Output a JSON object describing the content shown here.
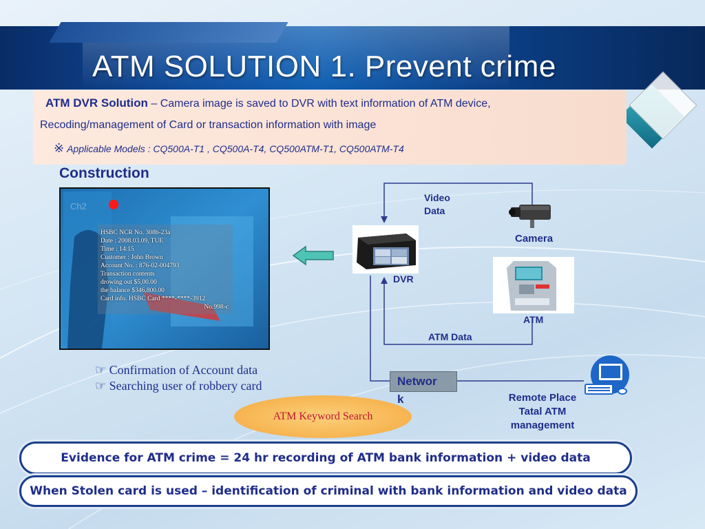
{
  "title": "ATM SOLUTION 1. Prevent crime",
  "info": {
    "heading": "ATM DVR Solution",
    "dash": " – ",
    "line1_rest": "Camera image is saved to DVR with text information of ATM device,",
    "line2": "Recoding/management of Card or transaction information with image",
    "mark": "※",
    "models": "Applicable Models : CQ500A-T1 , CQ500A-T4, CQ500ATM-T1, CQ500ATM-T4"
  },
  "construction": "Construction",
  "cctv": {
    "channel": "Ch2",
    "lines": [
      "HSBC NCR No. 308b-23a",
      "Date : 2008.03.09, TUE",
      "Time : 14:15",
      "Customer : John Brown",
      "Account No. :  876-02-004793",
      "Transaction contents",
      "drowing out $5,00.00",
      "the balance $346,800.00",
      "Card info. HSBC Card ****-****-3912"
    ],
    "number": "No.998-c"
  },
  "diagram": {
    "video_data_1": "Video",
    "video_data_2": "Data",
    "camera": "Camera",
    "dvr": "DVR",
    "atm": "ATM",
    "atm_data": "ATM Data",
    "network_1": "Networ",
    "network_2": "k",
    "remote_1": "Remote Place",
    "remote_2": "Tatal ATM",
    "remote_3": "management"
  },
  "bullets": {
    "b1": "☞ Confirmation of Account data",
    "b2": "☞ Searching user of robbery card"
  },
  "keyword": "ATM Keyword Search",
  "pill1": "Evidence for ATM crime = 24 hr recording of ATM bank information + video data",
  "pill2": "When Stolen card is used – identification of criminal with bank information and video data",
  "colors": {
    "header": "#0e4a9a",
    "text": "#1f2d8a",
    "panel": "#fbe2d5",
    "keyword": "#f7b653"
  }
}
